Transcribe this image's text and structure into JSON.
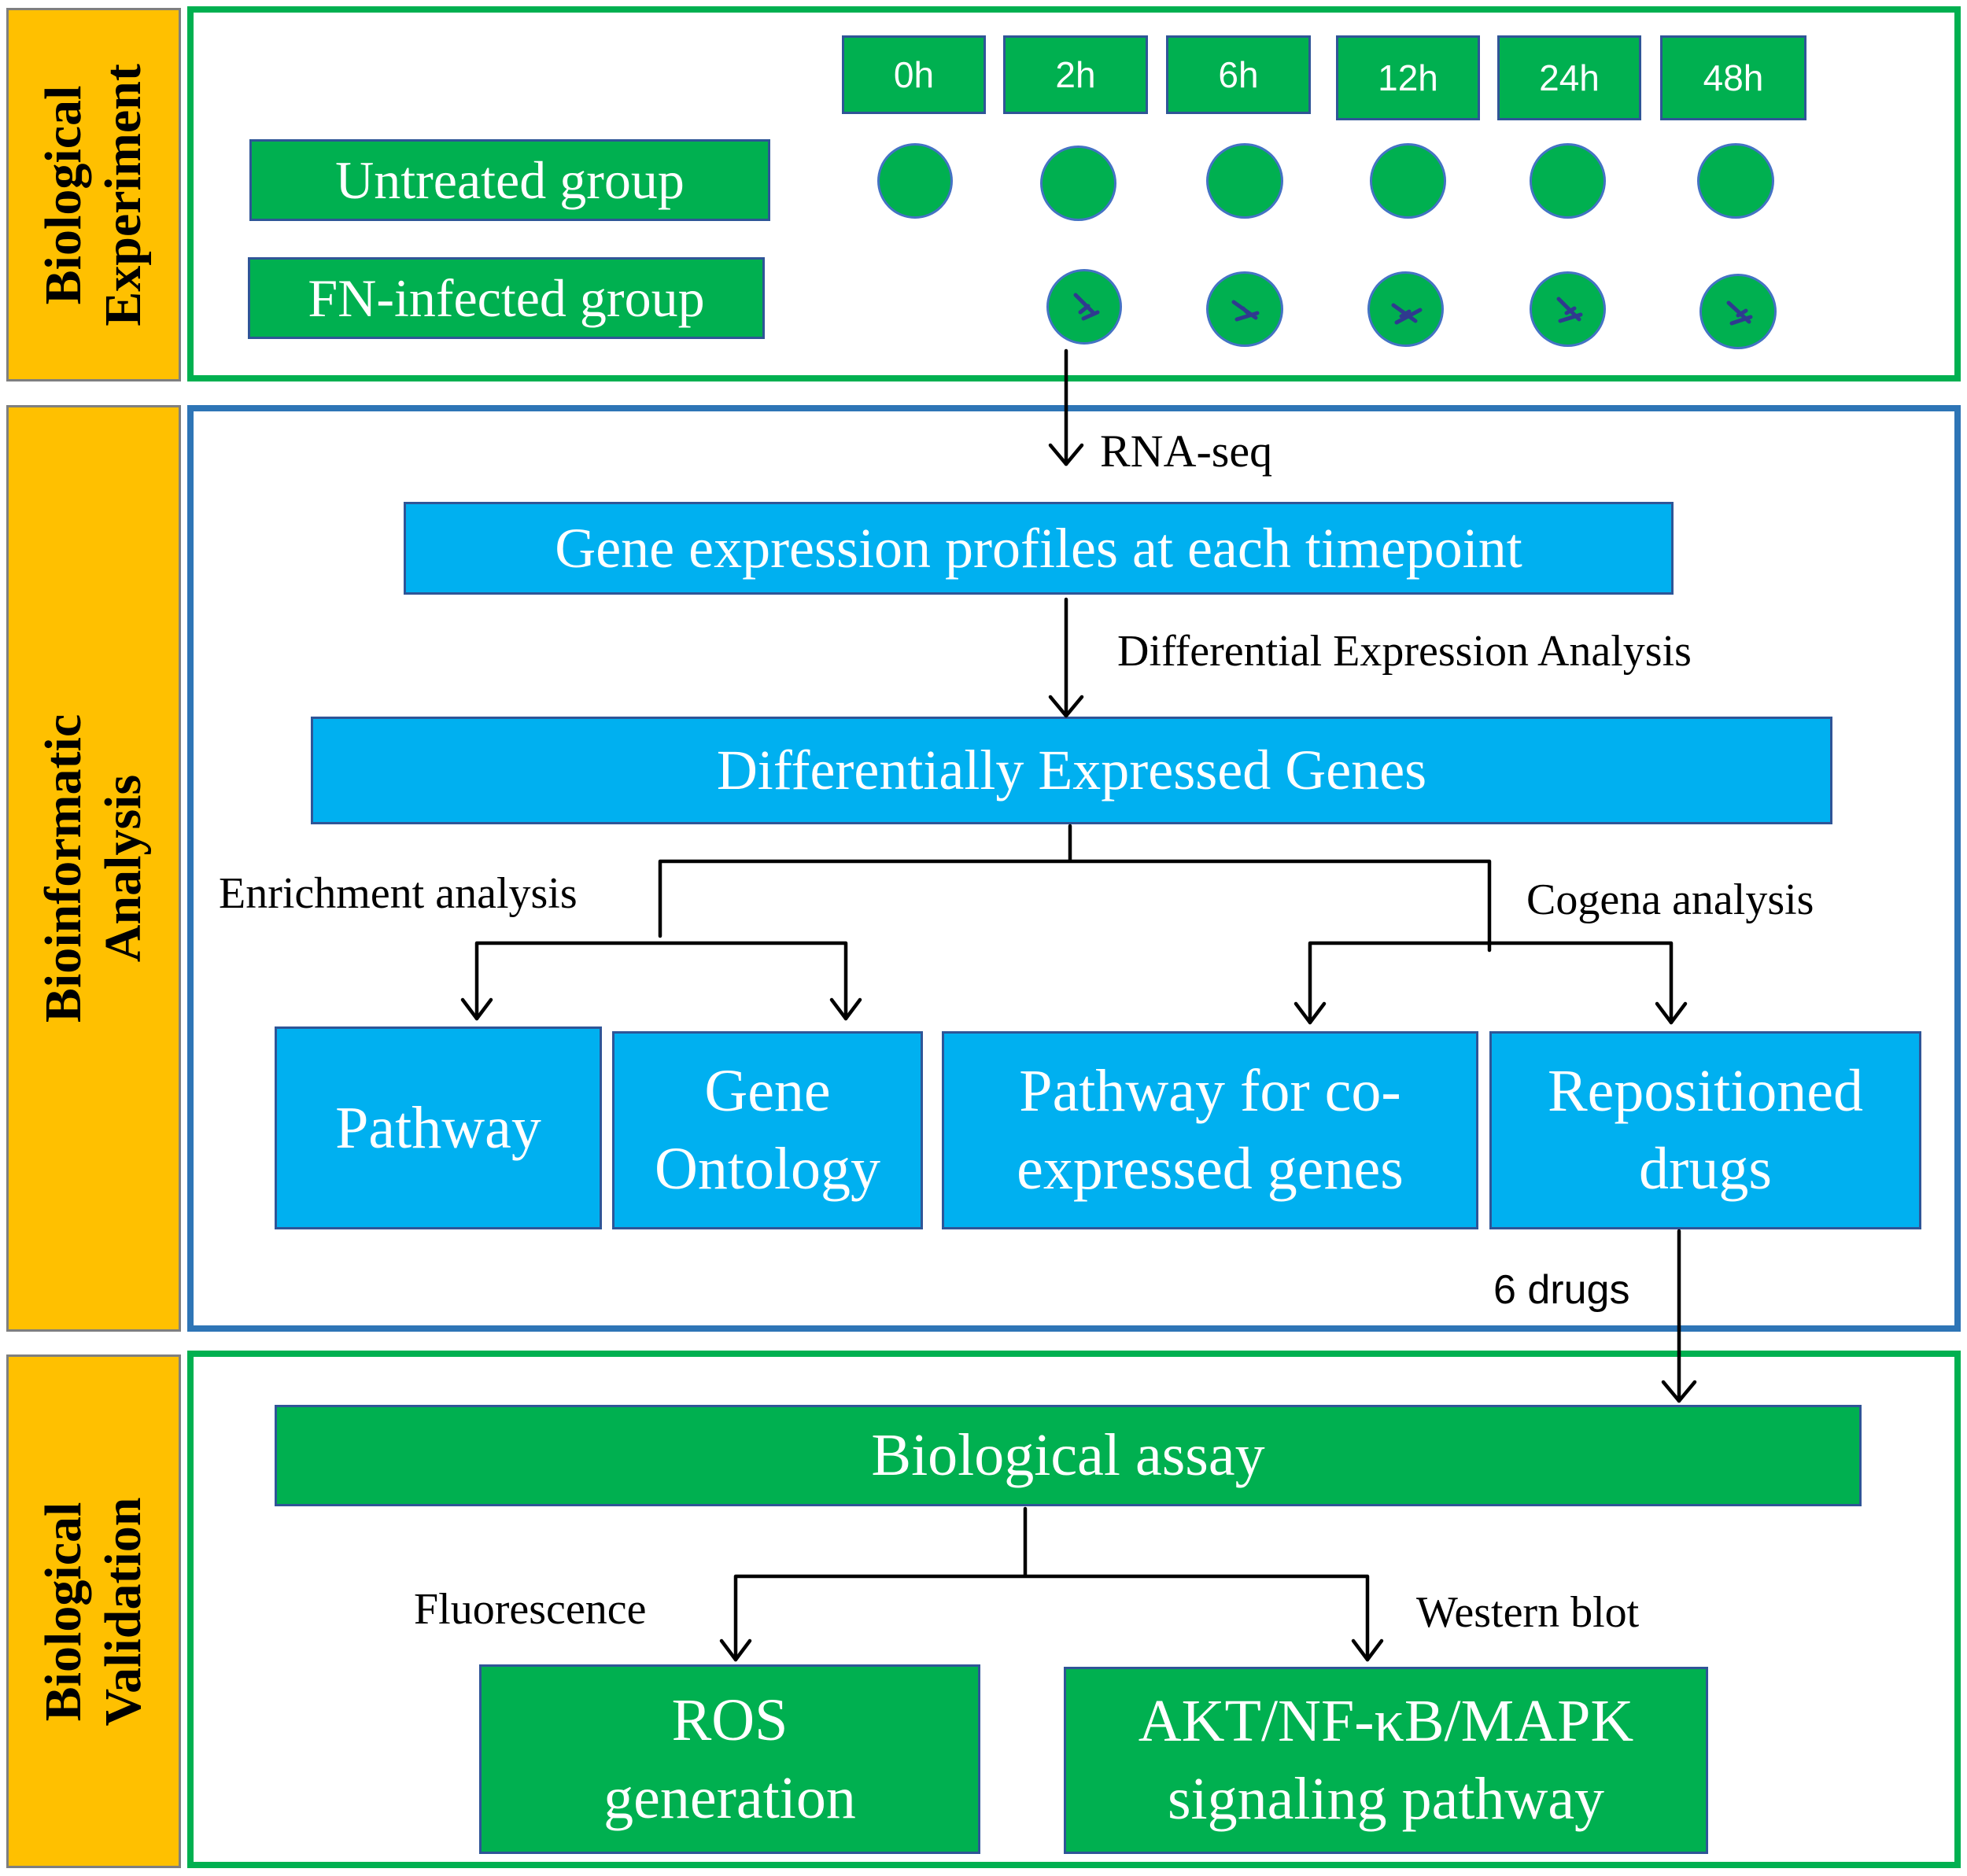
{
  "sections": {
    "experiment": [
      "Biological",
      "Experiment"
    ],
    "analysis": [
      "Bioinformatic",
      "Analysis"
    ],
    "validation": [
      "Biological",
      "Validation"
    ]
  },
  "timepoints": [
    "0h",
    "2h",
    "6h",
    "12h",
    "24h",
    "48h"
  ],
  "groups": {
    "untreated": "Untreated  group",
    "infected": "FN-infected  group"
  },
  "edges": {
    "rnaseq": "RNA-seq",
    "dea": "Differential  Expression  Analysis",
    "enrichment": "Enrichment  analysis",
    "cogena": "Cogena  analysis",
    "drugs": "6 drugs",
    "fluorescence": "Fluorescence",
    "western": "Western  blot"
  },
  "nodes": {
    "gene_expression": "Gene expression profiles at each timepoint",
    "degs": "Differentially Expressed Genes",
    "pathway": "Pathway",
    "gene_ontology": [
      "Gene",
      "Ontology"
    ],
    "pathway_coexpressed": [
      "Pathway for co-",
      "expressed genes"
    ],
    "repositioned": [
      "Repositioned",
      "drugs"
    ],
    "assay": "Biological assay",
    "ros": [
      "ROS",
      "generation"
    ],
    "akt": [
      "AKT/NF-κB/MAPK",
      "signaling pathway"
    ]
  },
  "colors": {
    "label_bg": "#FFC000",
    "green": "#00B050",
    "blue_fill": "#00B0F0",
    "blue_frame": "#2E75B6",
    "box_border": "#2F5597"
  }
}
